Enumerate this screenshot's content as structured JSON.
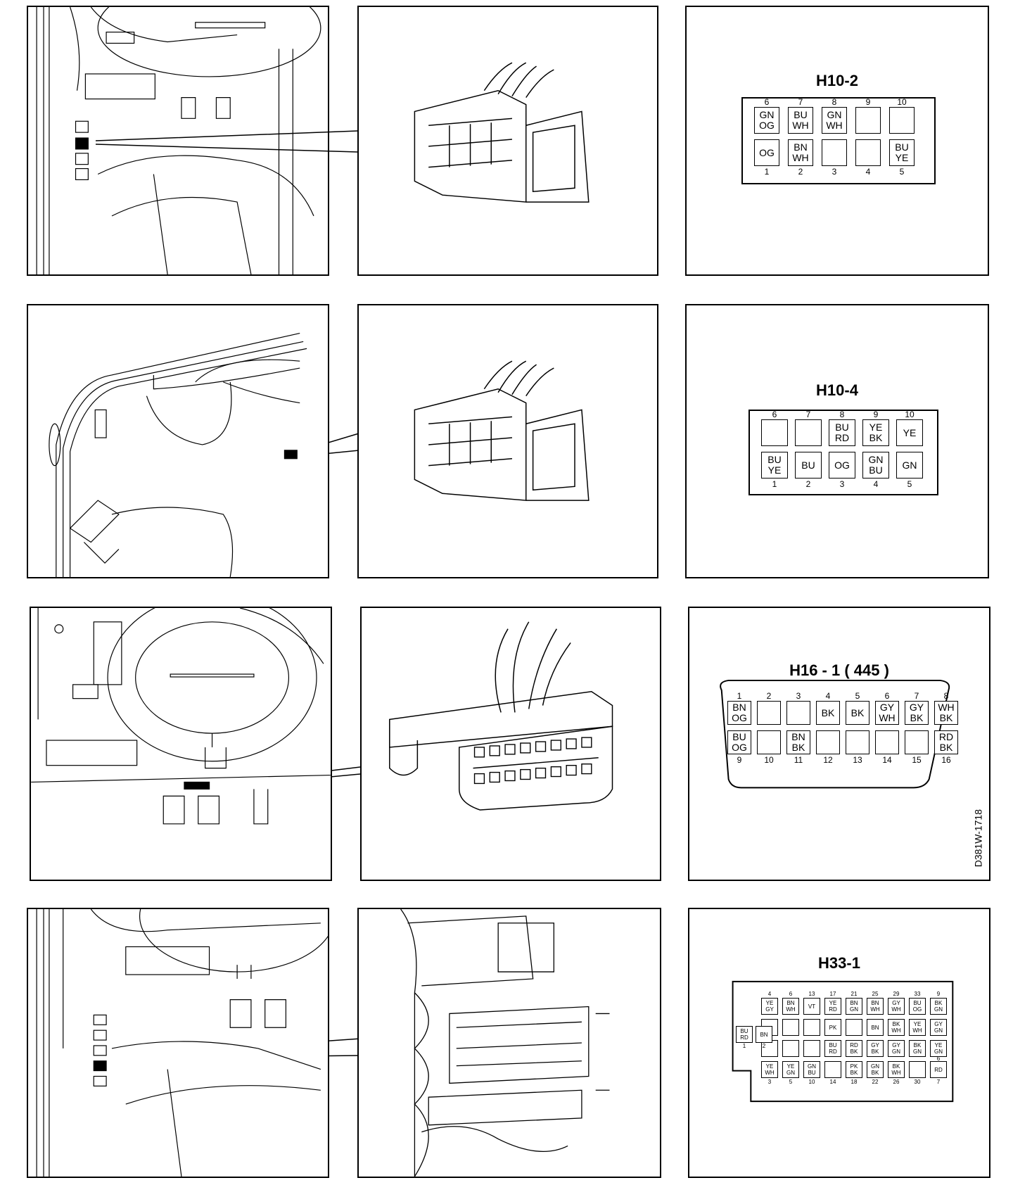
{
  "diagram_code": "D381W-1718",
  "rows": [
    {
      "connector_title": "H10-2",
      "top_numbers": [
        "6",
        "7",
        "8",
        "9",
        "10"
      ],
      "bottom_numbers": [
        "1",
        "2",
        "3",
        "4",
        "5"
      ],
      "top_pins": [
        [
          "GN",
          "OG"
        ],
        [
          "BU",
          "WH"
        ],
        [
          "GN",
          "WH"
        ],
        [],
        []
      ],
      "bottom_pins": [
        [
          "OG"
        ],
        [
          "BN",
          "WH"
        ],
        [],
        [],
        [
          "BU",
          "YE"
        ]
      ]
    },
    {
      "connector_title": "H10-4",
      "top_numbers": [
        "6",
        "7",
        "8",
        "9",
        "10"
      ],
      "bottom_numbers": [
        "1",
        "2",
        "3",
        "4",
        "5"
      ],
      "top_pins": [
        [],
        [],
        [
          "BU",
          "RD"
        ],
        [
          "YE",
          "BK"
        ],
        [
          "YE"
        ]
      ],
      "bottom_pins": [
        [
          "BU",
          "YE"
        ],
        [
          "BU"
        ],
        [
          "OG"
        ],
        [
          "GN",
          "BU"
        ],
        [
          "GN"
        ]
      ]
    },
    {
      "connector_title": "H16 - 1 ( 445 )",
      "top_numbers": [
        "1",
        "2",
        "3",
        "4",
        "5",
        "6",
        "7",
        "8"
      ],
      "bottom_numbers": [
        "9",
        "10",
        "11",
        "12",
        "13",
        "14",
        "15",
        "16"
      ],
      "top_pins": [
        [
          "BN",
          "OG"
        ],
        [],
        [],
        [
          "BK"
        ],
        [
          "BK"
        ],
        [
          "GY",
          "WH"
        ],
        [
          "GY",
          "BK"
        ],
        [
          "WH",
          "BK"
        ]
      ],
      "bottom_pins": [
        [
          "BU",
          "OG"
        ],
        [],
        [
          "BN",
          "BK"
        ],
        [],
        [],
        [],
        [],
        [
          "RD",
          "BK"
        ]
      ]
    },
    {
      "connector_title": "H33-1",
      "row1_numbers": [
        "4",
        "6",
        "13",
        "17",
        "21",
        "25",
        "29",
        "33",
        "9"
      ],
      "row1_pins": [
        [
          "YE",
          "GY"
        ],
        [
          "BN",
          "WH"
        ],
        [
          "VT"
        ],
        [
          "YE",
          "RD"
        ],
        [
          "BN",
          "GN"
        ],
        [
          "BN",
          "WH"
        ],
        [
          "GY",
          "WH"
        ],
        [
          "BU",
          "OG"
        ],
        [
          "BK",
          "GN"
        ]
      ],
      "row2_pins": [
        [],
        [],
        [],
        [
          "PK"
        ],
        [],
        [
          "BN"
        ],
        [
          "BK",
          "WH"
        ],
        [
          "YE",
          "WH"
        ],
        [
          "GY",
          "GN"
        ]
      ],
      "row2_left_pins": [
        [
          "BU",
          "RD"
        ],
        [
          "BN"
        ]
      ],
      "row2_left_numbers": [
        "1",
        "2"
      ],
      "row3_pins": [
        [],
        [],
        [],
        [
          "BU",
          "RD"
        ],
        [
          "RD",
          "BK"
        ],
        [
          "GY",
          "BK"
        ],
        [
          "GY",
          "GN"
        ],
        [
          "BK",
          "GN"
        ],
        [
          "YE",
          "GN"
        ]
      ],
      "row3_right_number": "6",
      "row4_pins": [
        [
          "YE",
          "WH"
        ],
        [
          "YE",
          "GN"
        ],
        [
          "GN",
          "BU"
        ],
        [],
        [
          "PK",
          "BK"
        ],
        [
          "GN",
          "BK"
        ],
        [
          "BK",
          "WH"
        ],
        [],
        [
          "RD"
        ]
      ],
      "row4_numbers": [
        "3",
        "5",
        "10",
        "14",
        "18",
        "22",
        "26",
        "30",
        "7"
      ]
    }
  ]
}
